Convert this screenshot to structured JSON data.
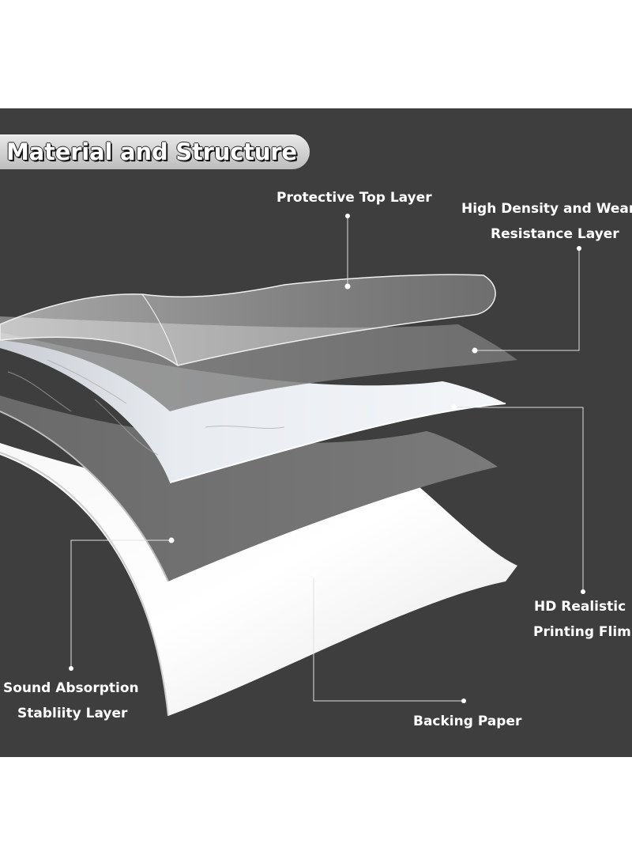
{
  "title": "Material and Structure",
  "labels": {
    "protective_top": "Protective Top Layer",
    "high_density_line1": "High Density and Wear",
    "high_density_line2": "Resistance Layer",
    "hd_printing_line1": "HD Realistic",
    "hd_printing_line2": "Printing Flim",
    "sound_absorption_line1": "Sound Absorption",
    "sound_absorption_line2": "Stabliity  Layer",
    "backing_paper": "Backing Paper"
  },
  "colors": {
    "background_panel": "#3e3e3e",
    "page": "#ffffff",
    "label_text": "#ffffff",
    "leader_line": "#e0e0e0"
  },
  "layers": [
    {
      "name": "protective-top-layer",
      "fill": "transparent film"
    },
    {
      "name": "wear-resistance-layer",
      "fill": "grey translucent"
    },
    {
      "name": "printing-film-layer",
      "fill": "white marble"
    },
    {
      "name": "sound-absorption-layer",
      "fill": "dark grey"
    },
    {
      "name": "backing-paper-layer",
      "fill": "white"
    }
  ]
}
